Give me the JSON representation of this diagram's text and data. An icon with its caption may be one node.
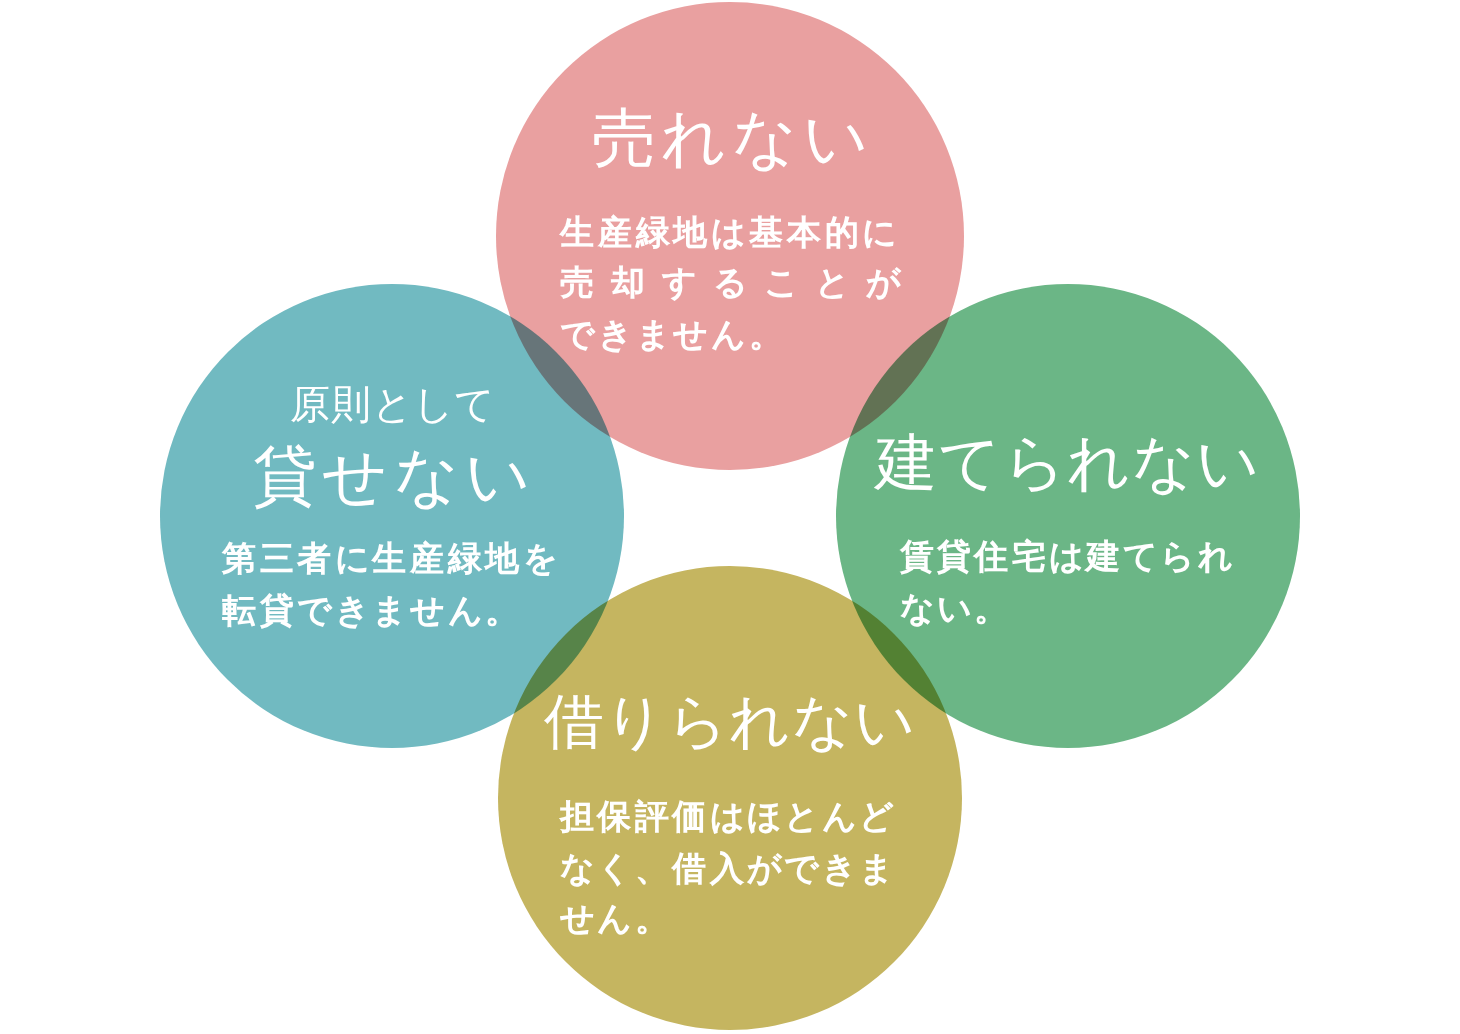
{
  "diagram": {
    "nodes": [
      {
        "text": [
          "売れない",
          "生産緑地は基本的に売却することができません。"
        ]
      },
      {
        "text": [
          "原則として",
          "貸せない",
          "第三者に生産緑地を転貸できません。"
        ]
      },
      {
        "text": [
          "建てられない",
          "賃貸住宅は建てられない。"
        ]
      },
      {
        "text": [
          "借りられない",
          "担保評価はほとんどなく、借入ができません。"
        ]
      }
    ]
  }
}
